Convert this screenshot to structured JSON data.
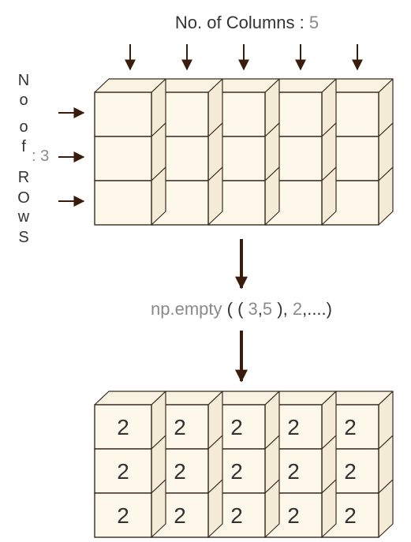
{
  "columns_label": {
    "text": "No. of Columns :",
    "value": "5"
  },
  "rows_label": {
    "letters": [
      "N",
      "o",
      "o",
      "f",
      "R",
      "O",
      "w",
      "S"
    ],
    "value": ": 3"
  },
  "code": {
    "fn": "np.empty",
    "paren_open": "( (",
    "rows": "3",
    "comma1": ",",
    "cols": "5",
    "paren_mid": ")",
    "comma2": ",",
    "fill": "2",
    "rest": ",....)"
  },
  "grid": {
    "rows": 3,
    "cols": 5,
    "result_values": [
      [
        "2",
        "2",
        "2",
        "2",
        "2"
      ],
      [
        "2",
        "2",
        "2",
        "2",
        "2"
      ],
      [
        "2",
        "2",
        "2",
        "2",
        "2"
      ]
    ]
  },
  "colors": {
    "cube_front": "#fdf8ea",
    "cube_side": "#f4ecd6",
    "cube_top": "#faf3e2",
    "stroke": "#3a2a1e",
    "arrow": "#3a1c0c",
    "label_dark": "#333333",
    "label_gray": "#8a8a8a"
  }
}
